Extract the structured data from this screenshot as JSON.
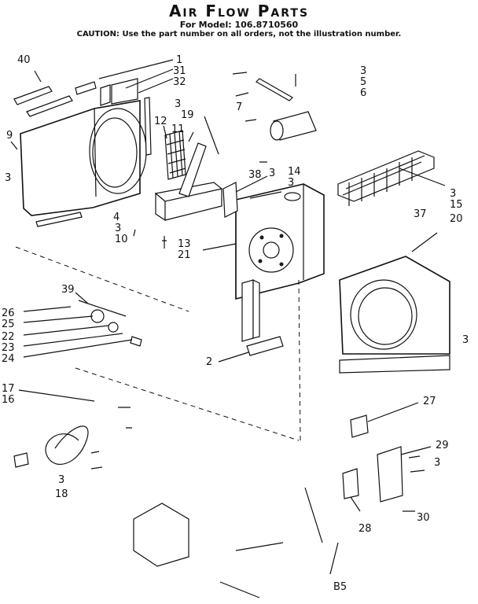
{
  "header": {
    "title": "Air Flow Parts",
    "model_line": "For Model: 106.8710560",
    "caution": "CAUTION: Use the part number on all orders, not the illustration number."
  },
  "callouts": [
    "40",
    "1",
    "31",
    "32",
    "3",
    "5",
    "6",
    "9",
    "3",
    "12",
    "11",
    "19",
    "3",
    "7",
    "3",
    "38",
    "14",
    "3",
    "4",
    "3",
    "10",
    "13",
    "21",
    "3",
    "15",
    "37",
    "20",
    "39",
    "26",
    "25",
    "22",
    "23",
    "24",
    "2",
    "3",
    "17",
    "16",
    "27",
    "29",
    "3",
    "3",
    "18",
    "28",
    "30"
  ],
  "footer_code": "B5"
}
